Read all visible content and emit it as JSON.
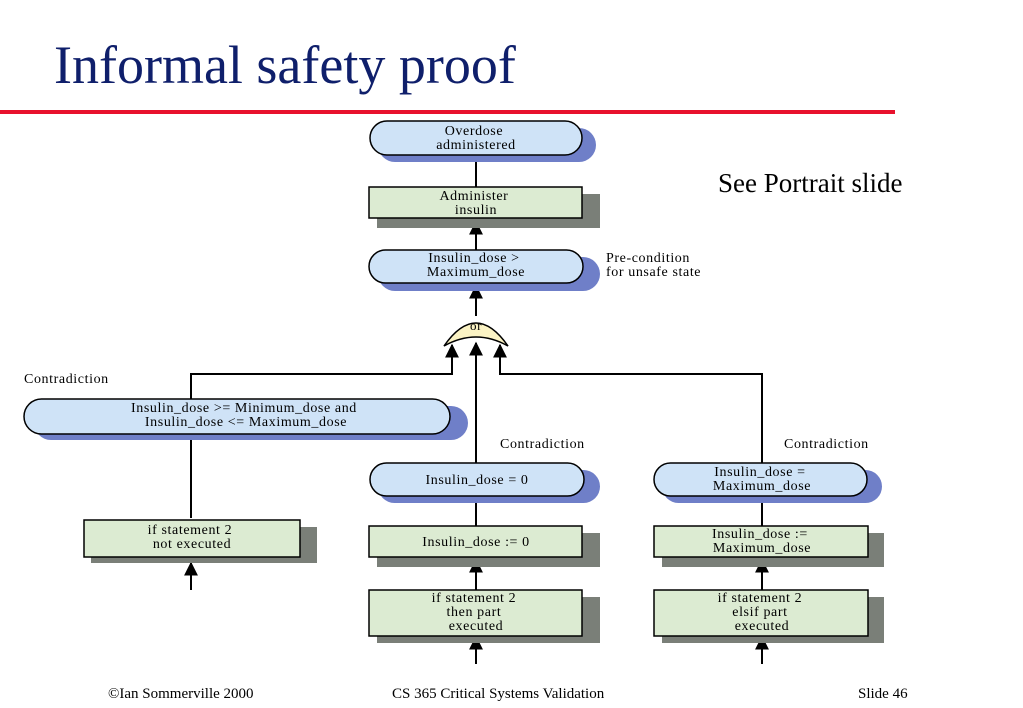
{
  "slide": {
    "title": "Informal safety proof",
    "note": "See Portrait slide"
  },
  "diagram": {
    "nodes": {
      "overdose": [
        "Overdose",
        "administered"
      ],
      "administer": [
        "Administer",
        "insulin"
      ],
      "precond_state": [
        "Insulin_dose >",
        "Maximum_dose"
      ],
      "precond_label": [
        "Pre-condition",
        "for unsafe state"
      ],
      "or_gate": "or",
      "range": [
        "Insulin_dose >= Minimum_dose and",
        "Insulin_dose <= Maximum_dose"
      ],
      "zero_state": "Insulin_dose = 0",
      "max_state": [
        "Insulin_dose =",
        "Maximum_dose"
      ],
      "stmt_not_exec": [
        "if statement 2",
        "not executed"
      ],
      "assign_zero": "Insulin_dose := 0",
      "assign_max": [
        "Insulin_dose :=",
        "Maximum_dose"
      ],
      "then_part": [
        "if statement 2",
        "then part",
        "executed"
      ],
      "elsif_part": [
        "if statement 2",
        "elsif part",
        "executed"
      ]
    },
    "contradiction_labels": [
      "Contradiction",
      "Contradiction",
      "Contradiction"
    ],
    "colors": {
      "oval_fill": "#cfe3f7",
      "oval_shadow": "#6f7fc8",
      "box_fill": "#dcebd2",
      "box_shadow": "#7a7f78",
      "gate_fill": "#fbf3c4"
    }
  },
  "footer": {
    "copyright": "©Ian Sommerville 2000",
    "course": "CS 365  Critical Systems Validation",
    "slide": "Slide 46"
  }
}
